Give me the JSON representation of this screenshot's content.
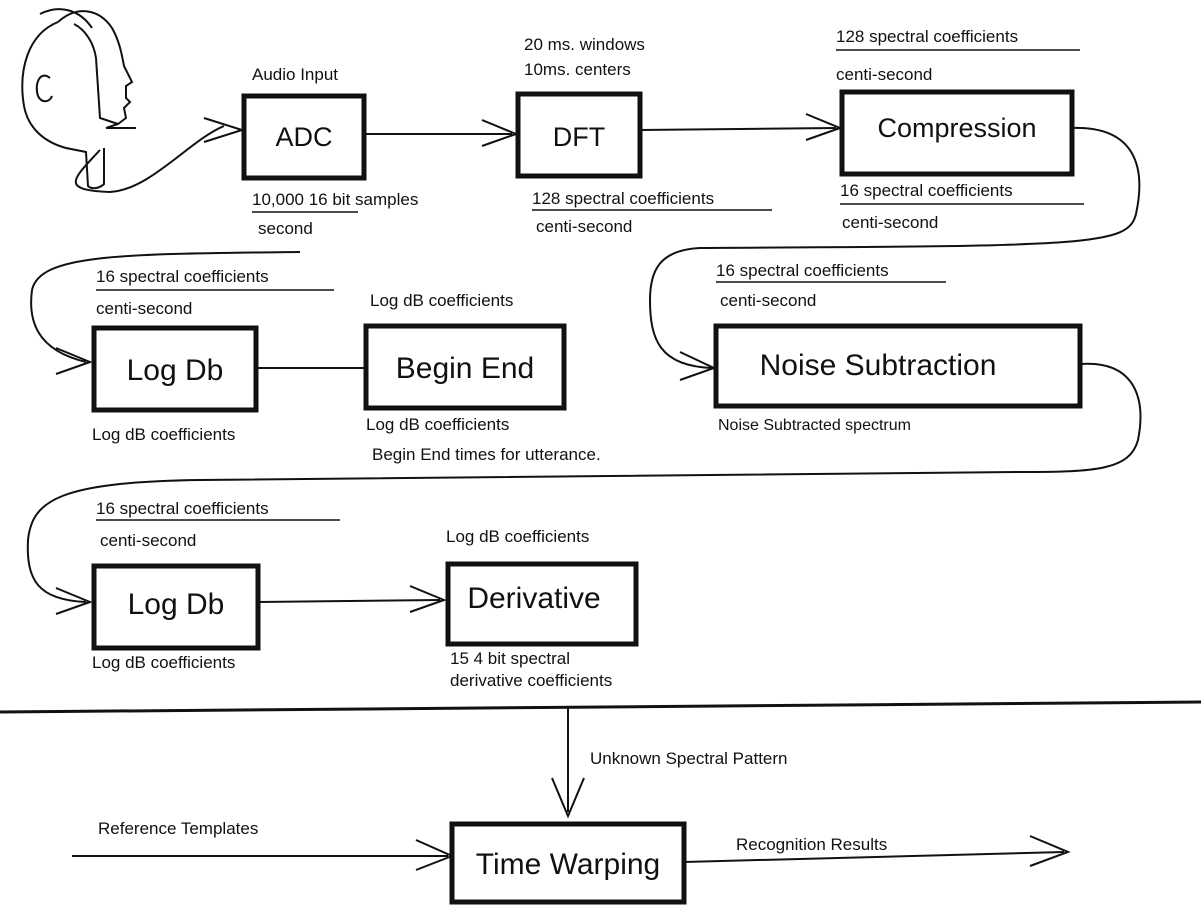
{
  "blocks": {
    "adc": "ADC",
    "dft": "DFT",
    "compression": "Compression",
    "logdb_1": "Log Db",
    "begin_end": "Begin End",
    "noise_subtraction": "Noise Subtraction",
    "logdb_2": "Log Db",
    "derivative": "Derivative",
    "time_warping": "Time Warping"
  },
  "labels": {
    "audio_input": "Audio Input",
    "adc_out_num": "10,000 16 bit samples",
    "adc_out_den": "second",
    "dft_in_1": "20 ms. windows",
    "dft_in_2": "10ms. centers",
    "dft_out_num": "128 spectral coefficients",
    "dft_out_den": "centi-second",
    "comp_in_num": "128 spectral coefficients",
    "comp_in_den": "centi-second",
    "comp_out_num": "16 spectral coefficients",
    "comp_out_den": "centi-second",
    "logdb1_in_num": "16 spectral coefficients",
    "logdb1_in_den": "centi-second",
    "logdb1_out": "Log dB coefficients",
    "begin_in": "Log dB coefficients",
    "begin_out_1": "Log dB coefficients",
    "begin_out_2": "Begin End times for utterance.",
    "noise_in_num": "16 spectral coefficients",
    "noise_in_den": "centi-second",
    "noise_out": "Noise Subtracted spectrum",
    "logdb2_in_num": "16 spectral coefficients",
    "logdb2_in_den": "centi-second",
    "logdb2_out": "Log dB coefficients",
    "deriv_in": "Log dB coefficients",
    "deriv_out_1": "15 4 bit spectral",
    "deriv_out_2": "derivative coefficients",
    "unknown_pattern": "Unknown Spectral Pattern",
    "reference_templates": "Reference Templates",
    "recognition_results": "Recognition Results"
  },
  "icons": {
    "speaker": "head-with-headset-microphone-icon"
  }
}
